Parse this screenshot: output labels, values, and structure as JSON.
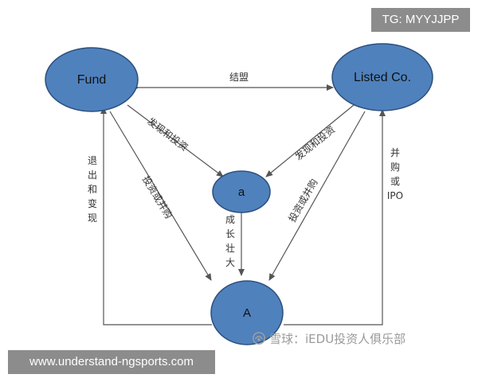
{
  "colors": {
    "node_fill": "#4f81bd",
    "node_stroke": "#2c4f7c",
    "edge": "#555555",
    "overlay_bg": "#8c8c8c"
  },
  "nodes": {
    "fund": "Fund",
    "listed": "Listed Co.",
    "small_a": "a",
    "big_a": "A"
  },
  "edges": {
    "alliance": "结盟",
    "discover_left": "发现和投资",
    "discover_right": "发现和投资",
    "exit": [
      "退",
      "出",
      "和",
      "变",
      "现"
    ],
    "invest_left": "投资或并购",
    "invest_right": "投资或并购",
    "grow": [
      "成",
      "长",
      "壮",
      "大"
    ],
    "ipo": [
      "并",
      "购",
      "或",
      "IPO"
    ]
  },
  "overlays": {
    "tag": "TG: MYYJJPP",
    "url": "www.understand-ngsports.com",
    "watermark": "雪球：iEDU投资人俱乐部",
    "watermark_icon": "snowball-logo-icon"
  }
}
